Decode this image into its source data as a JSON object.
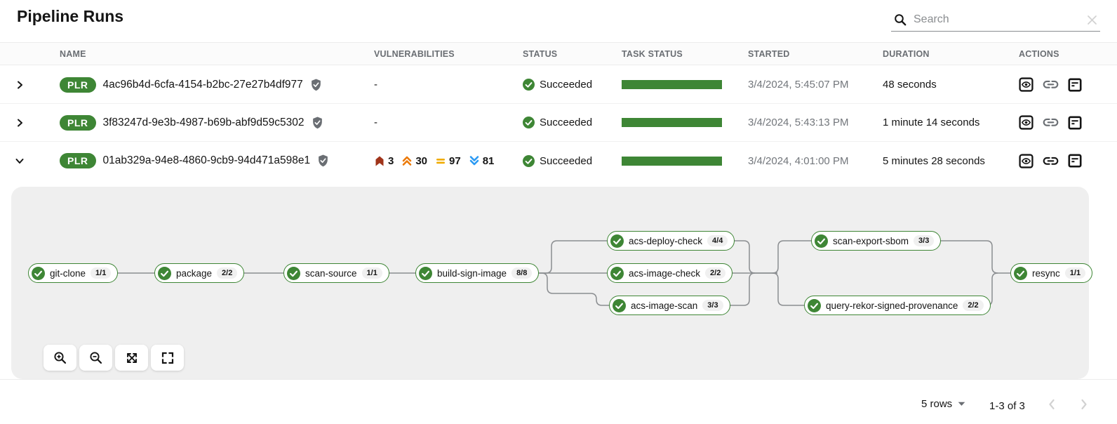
{
  "title": "Pipeline Runs",
  "search": {
    "placeholder": "Search"
  },
  "table": {
    "headers": {
      "name": "NAME",
      "vulnerabilities": "VULNERABILITIES",
      "status": "STATUS",
      "task_status": "TASK STATUS",
      "started": "STARTED",
      "duration": "DURATION",
      "actions": "ACTIONS"
    },
    "rows": [
      {
        "badge": "PLR",
        "name": "4ac96b4d-6cfa-4154-b2bc-27e27b4df977",
        "vulnerabilities_empty": "-",
        "status": "Succeeded",
        "started": "3/4/2024, 5:45:07 PM",
        "duration": "48 seconds"
      },
      {
        "badge": "PLR",
        "name": "3f83247d-9e3b-4987-b69b-abf9d59c5302",
        "vulnerabilities_empty": "-",
        "status": "Succeeded",
        "started": "3/4/2024, 5:43:13 PM",
        "duration": "1 minute 14 seconds"
      },
      {
        "badge": "PLR",
        "name": "01ab329a-94e8-4860-9cb9-94d471a598e1",
        "vulnerabilities": {
          "critical": "3",
          "high": "30",
          "medium": "97",
          "low": "81"
        },
        "status": "Succeeded",
        "started": "3/4/2024, 4:01:00 PM",
        "duration": "5 minutes 28 seconds"
      }
    ]
  },
  "graph": {
    "nodes": [
      {
        "label": "git-clone",
        "count": "1/1"
      },
      {
        "label": "package",
        "count": "2/2"
      },
      {
        "label": "scan-source",
        "count": "1/1"
      },
      {
        "label": "build-sign-image",
        "count": "8/8"
      },
      {
        "label": "acs-deploy-check",
        "count": "4/4"
      },
      {
        "label": "acs-image-check",
        "count": "2/2"
      },
      {
        "label": "acs-image-scan",
        "count": "3/3"
      },
      {
        "label": "scan-export-sbom",
        "count": "3/3"
      },
      {
        "label": "query-rekor-signed-provenance",
        "count": "2/2"
      },
      {
        "label": "resync",
        "count": "1/1"
      }
    ]
  },
  "footer": {
    "rows_per_page": "5 rows",
    "range": "1-3 of 3"
  },
  "colors": {
    "success_green": "#3E8635",
    "critical": "#A0341A",
    "high": "#EC7A08",
    "medium": "#F0AB00",
    "low": "#2B9AF3",
    "edge_gray": "#8a8d90"
  }
}
